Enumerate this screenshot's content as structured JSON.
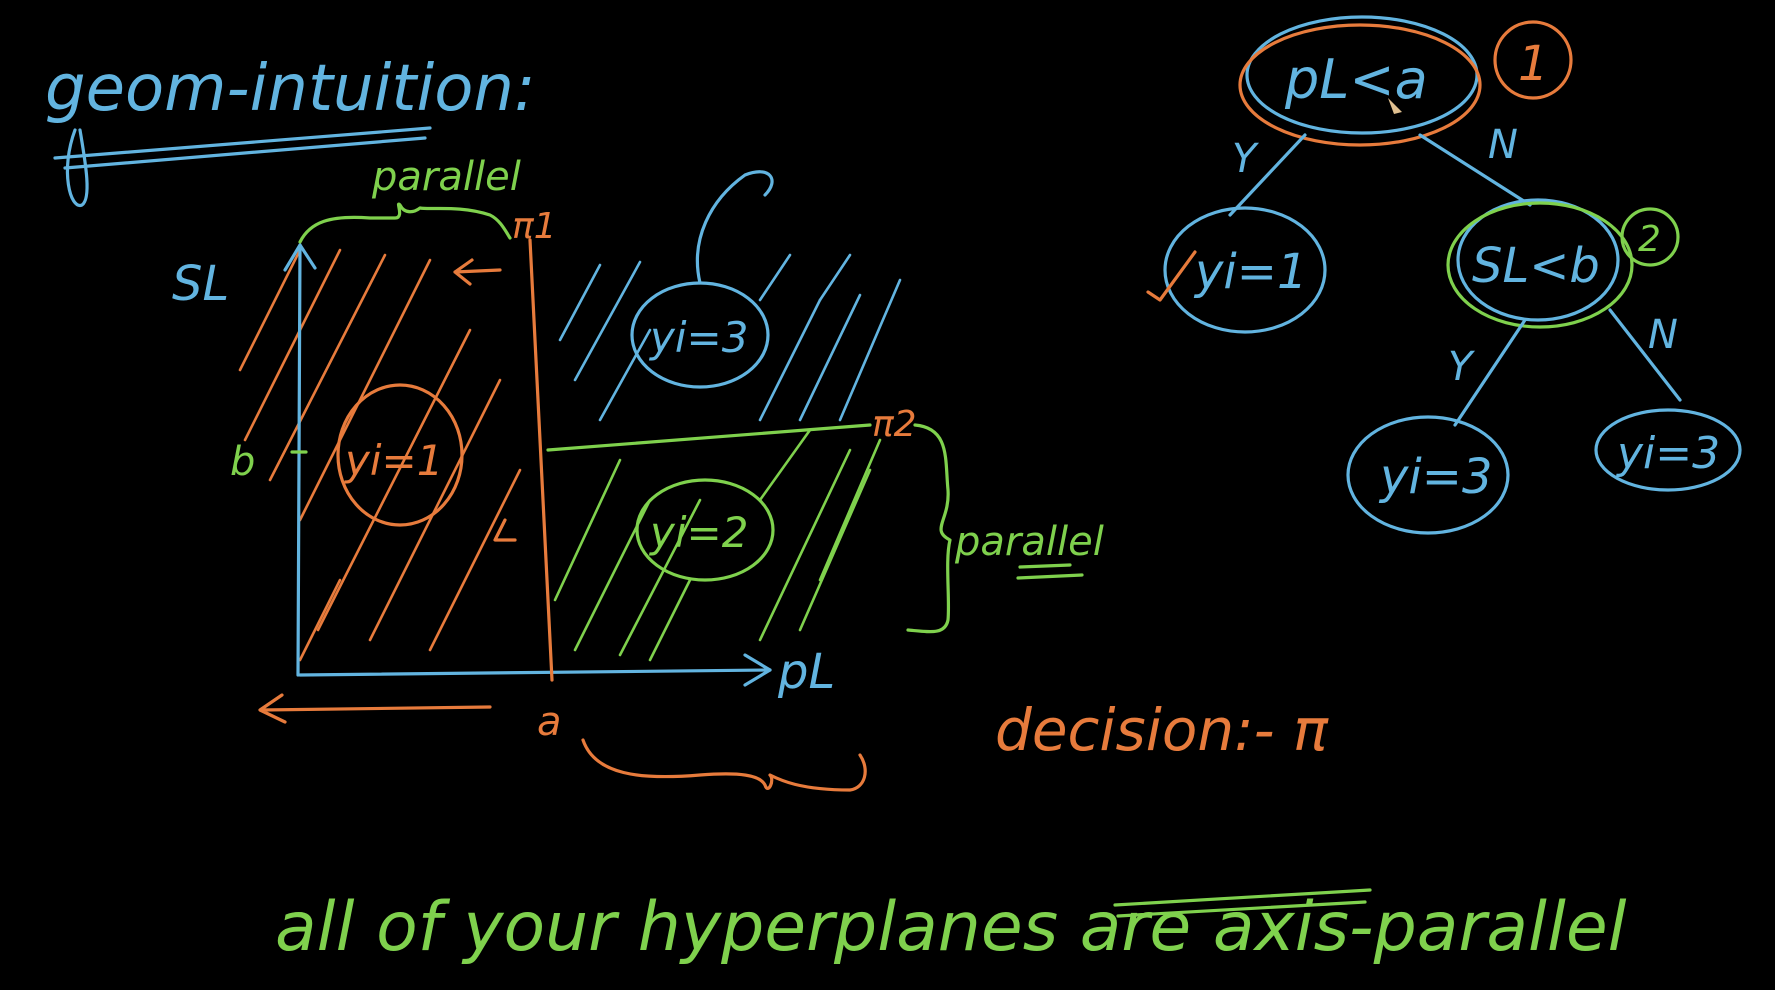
{
  "board": {
    "heading": "geom-intuition:",
    "plot": {
      "y_axis_label": "SL",
      "x_axis_label": "pL",
      "threshold_y_label": "b",
      "threshold_x_label": "a",
      "plane_1_label": "π1",
      "plane_2_label": "π2",
      "top_brace_label": "parallel",
      "right_brace_label": "parallel",
      "region_left_label": "yi=1",
      "region_top_right_label": "yi=3",
      "region_bottom_right_label": "yi=2"
    },
    "tree": {
      "root_condition": "pL<a",
      "root_index": "1",
      "root_yes": "Y",
      "root_no": "N",
      "left_leaf": "yi=1",
      "inner_condition": "SL<b",
      "inner_index": "2",
      "inner_yes": "Y",
      "inner_no": "N",
      "inner_left_leaf": "yi=3",
      "inner_right_leaf": "yi=3"
    },
    "decision_note": "decision:- π",
    "footer_note": "all of your hyperplanes are axis-parallel"
  },
  "colors": {
    "background": "#000000",
    "blue": "#62b4e0",
    "orange": "#e77b3c",
    "green": "#7fd14d"
  }
}
